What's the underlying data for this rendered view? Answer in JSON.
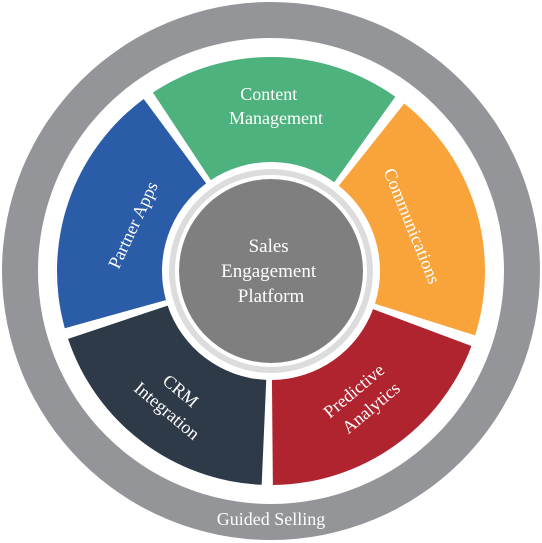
{
  "diagram": {
    "outer_ring": {
      "label": "Guided Selling",
      "color": "#939598"
    },
    "center": {
      "lines": [
        "Sales",
        "Engagement",
        "Platform"
      ],
      "color": "#7f7f80"
    },
    "segments": [
      {
        "id": "content-management",
        "lines": [
          "Content",
          "Management"
        ],
        "color": "#4db27e"
      },
      {
        "id": "communications",
        "lines": [
          "Communications"
        ],
        "color": "#f9a33b"
      },
      {
        "id": "predictive-analytics",
        "lines": [
          "Predictive",
          "Analytics"
        ],
        "color": "#b0242f"
      },
      {
        "id": "crm-integration",
        "lines": [
          "CRM",
          "Integration"
        ],
        "color": "#2e3a47"
      },
      {
        "id": "partner-apps",
        "lines": [
          "Partner Apps"
        ],
        "color": "#2a5ca8"
      }
    ]
  }
}
